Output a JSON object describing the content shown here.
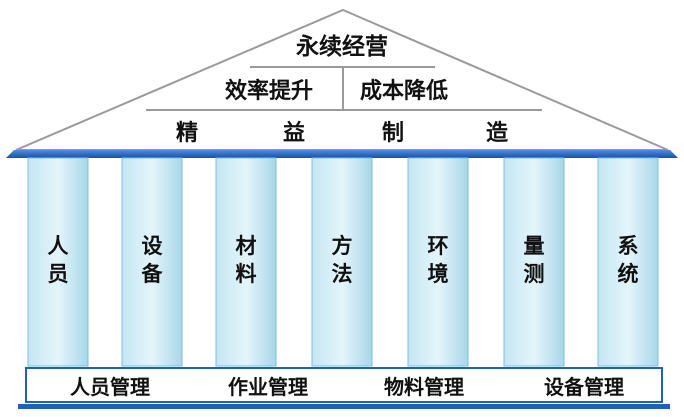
{
  "roof": {
    "top_label": "永续经营",
    "middle_labels": [
      "效率提升",
      "成本降低"
    ],
    "base_chars": [
      "精",
      "益",
      "制",
      "造"
    ]
  },
  "pillars": [
    {
      "chars": [
        "人",
        "员"
      ]
    },
    {
      "chars": [
        "设",
        "备"
      ]
    },
    {
      "chars": [
        "材",
        "料"
      ]
    },
    {
      "chars": [
        "方",
        "法"
      ]
    },
    {
      "chars": [
        "环",
        "境"
      ]
    },
    {
      "chars": [
        "量",
        "测"
      ]
    },
    {
      "chars": [
        "系",
        "统"
      ]
    }
  ],
  "foundation": {
    "labels": [
      "人员管理",
      "作业管理",
      "物料管理",
      "设备管理"
    ]
  },
  "colors": {
    "roof_outline": "#9a9a9a",
    "beam": "#1f5fbf",
    "pillar_light": "#d6eef7",
    "pillar_dark": "#9fd3e6",
    "foundation_border": "#1f5fbf"
  }
}
